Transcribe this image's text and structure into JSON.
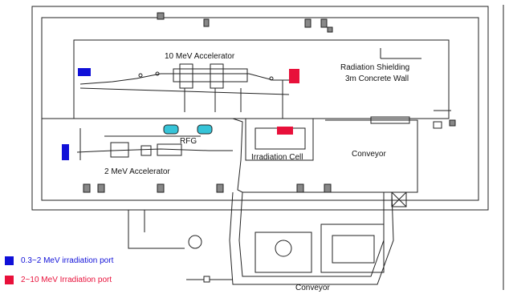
{
  "labels": {
    "accel_10mev": "10 MeV Accelerator",
    "shield_line1": "Radiation Shielding",
    "shield_line2": "3m Concrete Wall",
    "rfg": "RFG",
    "accel_2mev": "2 MeV Accelerator",
    "irradiation_cell": "Irradiation Cell",
    "conveyor_main": "Conveyor",
    "conveyor_bottom": "Conveyor"
  },
  "legend": [
    {
      "label": "0.3~2 MeV irradiation port",
      "color": "#1010d8"
    },
    {
      "label": "2~10 MeV Irradiation port",
      "color": "#e8103a"
    }
  ],
  "colors": {
    "line": "#222222",
    "port_blue": "#1010d8",
    "port_red": "#e8103a",
    "cyan_component": "#36c4d8"
  }
}
